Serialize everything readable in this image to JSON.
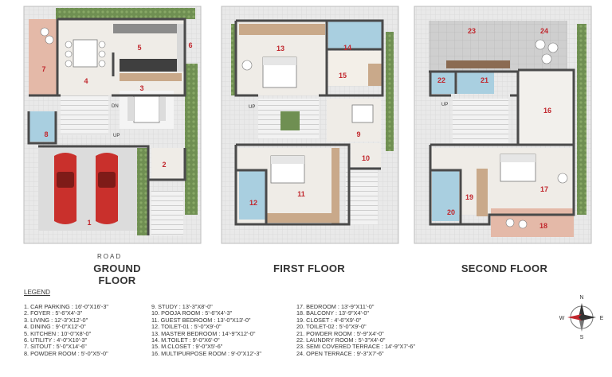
{
  "floors": {
    "ground": "GROUND FLOOR",
    "first": "FIRST FLOOR",
    "second": "SECOND FLOOR"
  },
  "road_label": "ROAD",
  "legend": {
    "title": "LEGEND",
    "col1": [
      "1. CAR PARKING : 16'-0\"X16'-3\"",
      "2. FOYER : 5'-6\"X4'-3\"",
      "3. LIVING : 12'-3\"X12'-0\"",
      "4. DINING : 9'-0\"X12'-0\"",
      "5. KITCHEN : 10'-0\"X8'-0\"",
      "6. UTILITY : 4'-0\"X10'-3\"",
      "7. SITOUT : 5'-0\"X14'-6\"",
      "8. POWDER ROOM : 5'-0\"X5'-0\""
    ],
    "col2": [
      "9. STUDY : 13'-3\"X8'-0\"",
      "10. POOJA ROOM : 5'-6\"X4'-3\"",
      "11. GUEST BEDROOM : 13'-0\"X13'-0\"",
      "12. TOILET-01 : 5'-0\"X9'-0\"",
      "13. MASTER BEDROOM : 14'-9\"X12'-0\"",
      "14. M.TOILET : 9'-0\"X6'-0\"",
      "15. M.CLOSET : 9'-0\"X5'-6\"",
      "16. MULTIPURPOSE ROOM : 9'-0\"X12'-3\""
    ],
    "col3": [
      "17. BEDROOM : 13'-9\"X11'-0\"",
      "18. BALCONY : 13'-9\"X4'-0\"",
      "19. CLOSET : 4'-6\"X9'-0\"",
      "20. TOILET-02 : 5'-0\"X9'-0\"",
      "21. POWDER ROOM : 5'-9\"X4'-0\"",
      "22. LAUNDRY ROOM : 5'-3\"X4'-0\"",
      "23. SEMI COVERED TERRACE : 14'-9\"X7'-6\"",
      "24. OPEN TERRACE : 9'-3\"X7'-6\""
    ]
  },
  "room_numbers": {
    "r1": "1",
    "r2": "2",
    "r3": "3",
    "r4": "4",
    "r5": "5",
    "r6": "6",
    "r7": "7",
    "r8": "8",
    "r9": "9",
    "r10": "10",
    "r11": "11",
    "r12": "12",
    "r13": "13",
    "r14": "14",
    "r15": "15",
    "r16": "16",
    "r17": "17",
    "r18": "18",
    "r19": "19",
    "r20": "20",
    "r21": "21",
    "r22": "22",
    "r23": "23",
    "r24": "24"
  },
  "stair_labels": {
    "dn": "DN",
    "up": "UP"
  },
  "compass": {
    "n": "N",
    "s": "S",
    "e": "E",
    "w": "W"
  },
  "colors": {
    "wall": "#4a4a4a",
    "floor_tile": "#ece8e2",
    "wood": "#c9a98a",
    "sitout": "#e4b9a8",
    "greenery": "#6f8f52",
    "bath": "#a9cfe0",
    "car": "#c9302c",
    "room_number": "#c1272d"
  }
}
